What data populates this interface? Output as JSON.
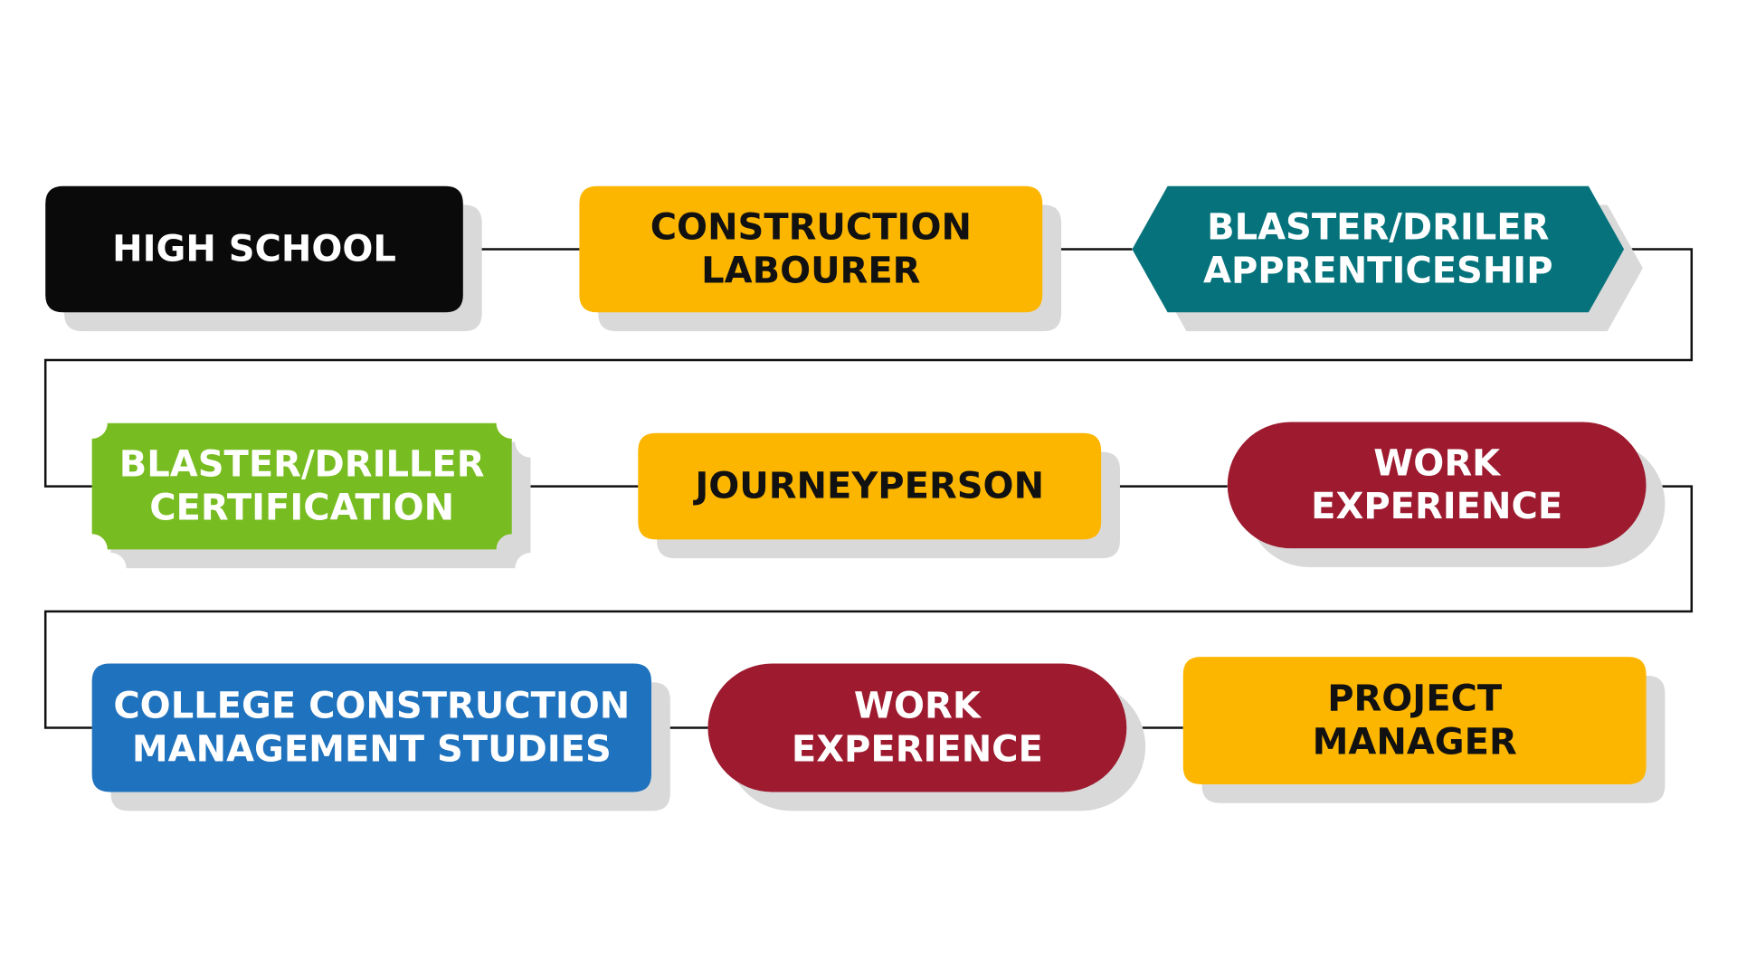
{
  "colors": {
    "black": "#0a0a0a",
    "amber": "#fdb600",
    "teal": "#06737c",
    "green": "#77bc20",
    "crimson": "#9d1a2f",
    "blue": "#1f72bd",
    "shadow": "#d9d9d9",
    "connector": "#111111",
    "text_light": "#ffffff",
    "text_dark": "#111111"
  },
  "nodes": [
    {
      "id": "high-school",
      "lines": [
        "HIGH SCHOOL"
      ]
    },
    {
      "id": "construction-labourer",
      "lines": [
        "CONSTRUCTION",
        "LABOURER"
      ]
    },
    {
      "id": "blaster-driler-apprenticeship",
      "lines": [
        "BLASTER/DRILER",
        "APPRENTICESHIP"
      ]
    },
    {
      "id": "blaster-driller-certification",
      "lines": [
        "BLASTER/DRILLER",
        "CERTIFICATION"
      ]
    },
    {
      "id": "journeyperson",
      "lines": [
        "JOURNEYPERSON"
      ]
    },
    {
      "id": "work-experience-1",
      "lines": [
        "WORK",
        "EXPERIENCE"
      ]
    },
    {
      "id": "college-construction-management-studies",
      "lines": [
        "COLLEGE CONSTRUCTION",
        "MANAGEMENT STUDIES"
      ]
    },
    {
      "id": "work-experience-2",
      "lines": [
        "WORK",
        "EXPERIENCE"
      ]
    },
    {
      "id": "project-manager",
      "lines": [
        "PROJECT",
        "MANAGER"
      ]
    }
  ]
}
